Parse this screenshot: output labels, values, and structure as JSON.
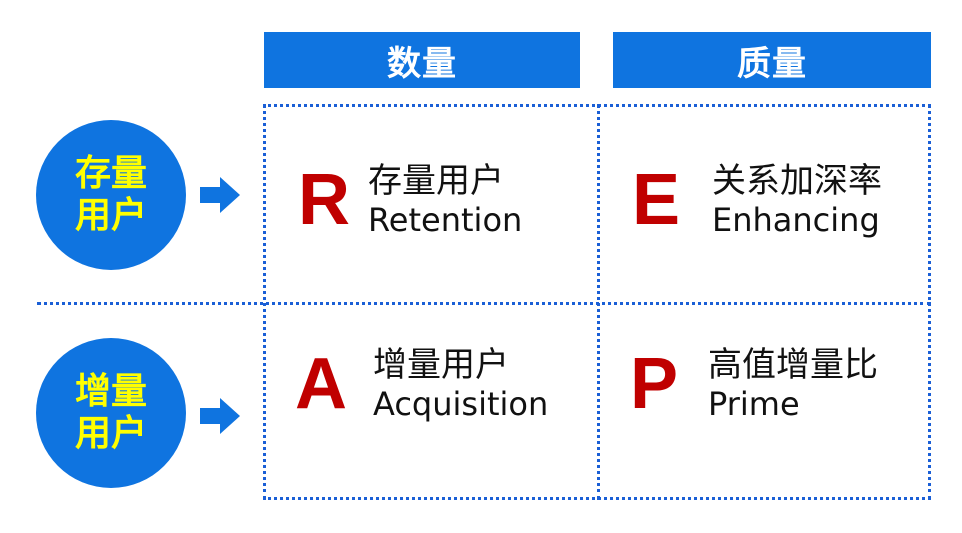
{
  "headers": {
    "quantity": "数量",
    "quality": "质量"
  },
  "rows": [
    {
      "label": "存量用户"
    },
    {
      "label": "增量用户"
    }
  ],
  "cells": {
    "retention": {
      "letter": "R",
      "zh": "存量用户",
      "en": "Retention"
    },
    "enhancing": {
      "letter": "E",
      "zh": "关系加深率",
      "en": "Enhancing"
    },
    "acquisition": {
      "letter": "A",
      "zh": "增量用户",
      "en": "Acquisition"
    },
    "prime": {
      "letter": "P",
      "zh": "高值增量比",
      "en": "Prime"
    }
  },
  "colors": {
    "primary_blue": "#0f74e0",
    "circle_text": "#ffff00",
    "letter_red": "#c00000",
    "dotted_line": "#1a5fd6"
  },
  "icons": {
    "row_arrow": "arrow-right-icon"
  }
}
